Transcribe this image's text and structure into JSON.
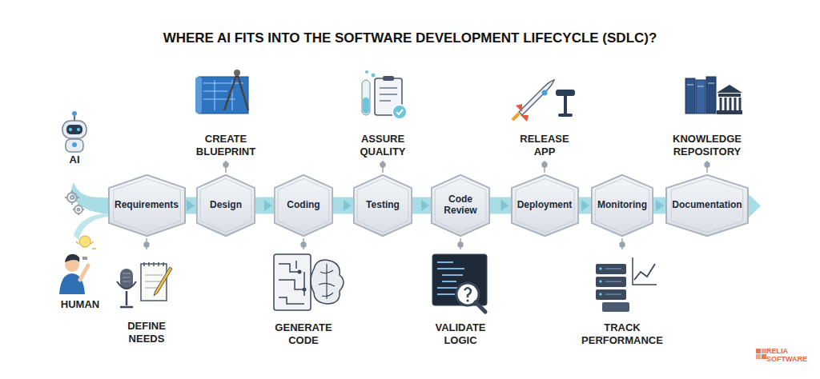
{
  "diagram": {
    "title": "WHERE AI FITS INTO THE SOFTWARE DEVELOPMENT LIFECYCLE (SDLC)?",
    "nodes": [
      {
        "text": [
          "Requirements"
        ]
      },
      {
        "text": [
          "Design"
        ]
      },
      {
        "text": [
          "Coding"
        ]
      },
      {
        "text": [
          "Testing"
        ]
      },
      {
        "text": [
          "Code Review"
        ]
      },
      {
        "text": [
          "Deployment"
        ]
      },
      {
        "text": [
          "Monitoring"
        ]
      },
      {
        "text": [
          "Documentation"
        ]
      }
    ],
    "edges": [
      {
        "from": 0,
        "to": 1,
        "arrow": "to"
      },
      {
        "from": 1,
        "to": 2,
        "arrow": "to"
      },
      {
        "from": 2,
        "to": 3,
        "arrow": "to"
      },
      {
        "from": 3,
        "to": 4,
        "arrow": "to"
      },
      {
        "from": 4,
        "to": 5,
        "arrow": "to"
      },
      {
        "from": 5,
        "to": 6,
        "arrow": "to"
      },
      {
        "from": 6,
        "to": 7,
        "arrow": "to"
      }
    ],
    "labels": [
      "AI",
      "CREATE BLUEPRINT",
      "ASSURE QUALITY",
      "RELEASE APP",
      "KNOWLEDGE REPOSITORY",
      "HUMAN",
      "DEFINE NEEDS",
      "GENERATE CODE",
      "VALIDATE LOGIC",
      "TRACK PERFORMANCE",
      "RELIA SOFTWARE"
    ]
  }
}
